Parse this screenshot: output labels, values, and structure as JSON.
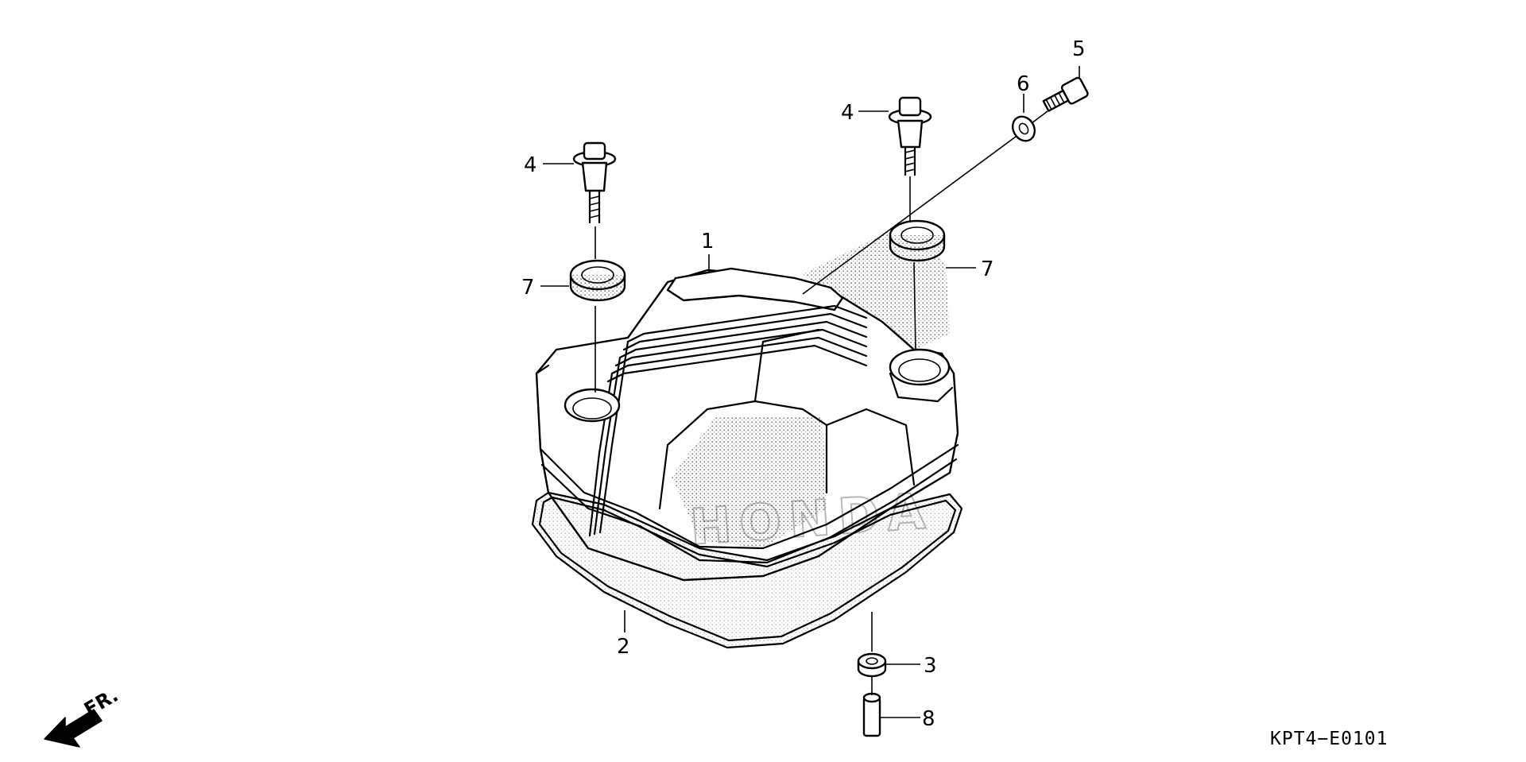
{
  "diagram": {
    "callouts": {
      "c1": "1",
      "c2": "2",
      "c3": "3",
      "c4a": "4",
      "c4b": "4",
      "c5": "5",
      "c6": "6",
      "c7a": "7",
      "c7b": "7",
      "c8": "8"
    },
    "front_label": "FR.",
    "figure_code": "KPT4−E0101",
    "watermark": "HONDA"
  }
}
